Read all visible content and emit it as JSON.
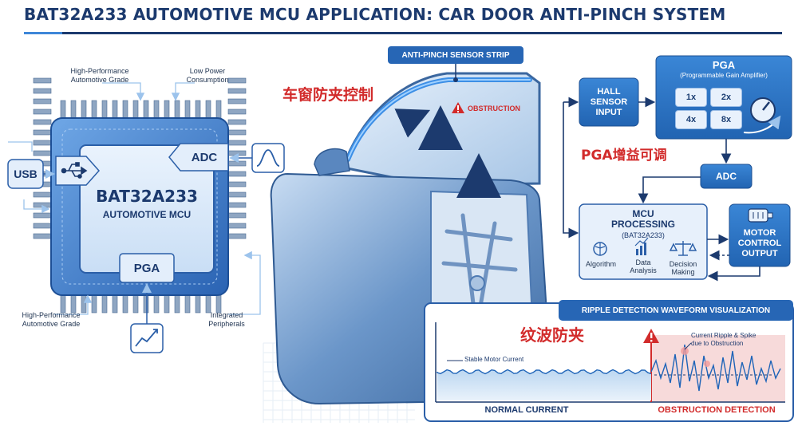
{
  "title": "BAT32A233 AUTOMOTIVE MCU APPLICATION: CAR DOOR ANTI-PINCH SYSTEM",
  "colors": {
    "navy": "#1c3a6e",
    "blue": "#2f78c9",
    "light_blue": "#dcebfa",
    "red": "#d22b2b"
  },
  "chip": {
    "name": "BAT32A233",
    "subtitle": "AUTOMOTIVE MCU",
    "usb_label": "USB",
    "adc_label": "ADC",
    "pga_label": "PGA",
    "callout_top_left": "High-Performance\nAutomotive Grade",
    "callout_top_right": "Low Power\nConsumption",
    "callout_bottom_left": "High-Performance\nAutomotive Grade",
    "callout_bottom_right": "Integrated\nPeripherals"
  },
  "door": {
    "strip_label": "ANTI-PINCH SENSOR STRIP",
    "obstruction_label": "OBSTRUCTION",
    "cn_label": "车窗防夹控制"
  },
  "flow": {
    "hall_label": "HALL\nSENSOR\nINPUT",
    "pga_title": "PGA",
    "pga_subtitle": "(Programmable Gain Amplifier)",
    "gains": [
      "1x",
      "2x",
      "4x",
      "8x"
    ],
    "pga_cn_label": "PGA增益可调",
    "adc_label": "ADC",
    "mcu_title": "MCU\nPROCESSING",
    "mcu_subtitle": "(BAT32A233)",
    "mcu_items": [
      "Algorithm",
      "Data\nAnalysis",
      "Decision\nMaking"
    ],
    "motor_label": "MOTOR\nCONTROL\nOUTPUT"
  },
  "waveform": {
    "title": "RIPPLE DETECTION WAVEFORM VISUALIZATION",
    "cn_label": "纹波防夹",
    "stable_label": "Stable Motor Current",
    "spike_label": "Current Ripple & Spike\ndue to Obstruction",
    "normal_label": "NORMAL CURRENT",
    "obstruction_label": "OBSTRUCTION DETECTION"
  },
  "icons": [
    "usb-icon",
    "sine-wave-icon",
    "line-graph-icon",
    "warning-icon",
    "gear-dial-icon",
    "motor-icon",
    "brain-icon",
    "bar-chart-icon",
    "balance-scale-icon"
  ]
}
